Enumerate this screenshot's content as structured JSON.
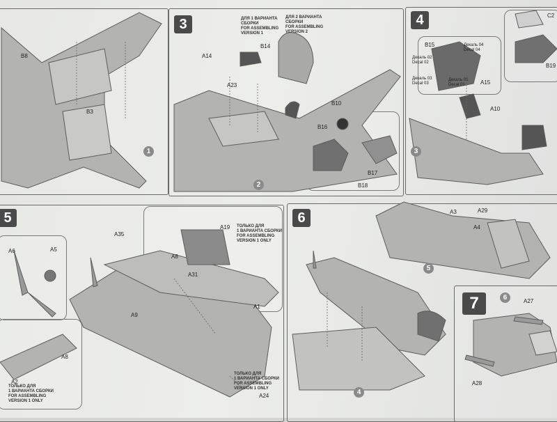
{
  "steps": {
    "s3": "3",
    "s4": "4",
    "s5": "5",
    "s6": "6",
    "s7": "7"
  },
  "sub_circles": {
    "c1": "1",
    "c2": "2",
    "c3": "3",
    "c4": "4",
    "c5": "5",
    "c6": "6"
  },
  "parts": {
    "b8": "B8",
    "b3": "B3",
    "a14": "A14",
    "b14": "B14",
    "a23": "A23",
    "b10": "B10",
    "b16": "B16",
    "b17": "B17",
    "b18": "B18",
    "b15": "B15",
    "c2": "C2",
    "b19": "B19",
    "a15": "A15",
    "a10": "A10",
    "a35": "A35",
    "a19": "A19",
    "a6": "A6",
    "a5": "A5",
    "a8": "A8",
    "a31": "A31",
    "a9": "A9",
    "a1": "A1",
    "a8b": "A8",
    "a2": "A2",
    "a24": "A24",
    "a3": "A3",
    "a29": "A29",
    "a4": "A4",
    "a27": "A27",
    "a28": "A28"
  },
  "decals": {
    "d02": "Декаль 02",
    "d04": "Декаль 04",
    "d03": "Декаль 03",
    "d01": "Декаль 01",
    "e02": "Decal 02",
    "e04": "Decal 04",
    "e03": "Decal 03",
    "e01": "Decal 01"
  },
  "notes": {
    "v1_top": "ДЛЯ 1 ВАРИАНТА\nСБОРКИ\nFOR ASSEMBLING\nVERSION 1",
    "v2_top": "ДЛЯ 2 ВАРИАНТА\nСБОРКИ\nFOR ASSEMBLING\nVERSION 2",
    "only_v1_a": "ТОЛЬКО ДЛЯ\n1 ВАРИАНТА СБОРКИ\nFOR ASSEMBLING\nVERSION 1 ONLY",
    "only_v1_b": "ТОЛЬКО ДЛЯ\n1 ВАРИАНТА СБОРКИ\nFOR ASSEMBLING\nVERSION 1 ONLY",
    "only_v1_c": "ТОЛЬКО ДЛЯ\n1 ВАРИАНТА СБОРКИ\nFOR ASSEMBLING\nVERSION 1 ONLY"
  }
}
